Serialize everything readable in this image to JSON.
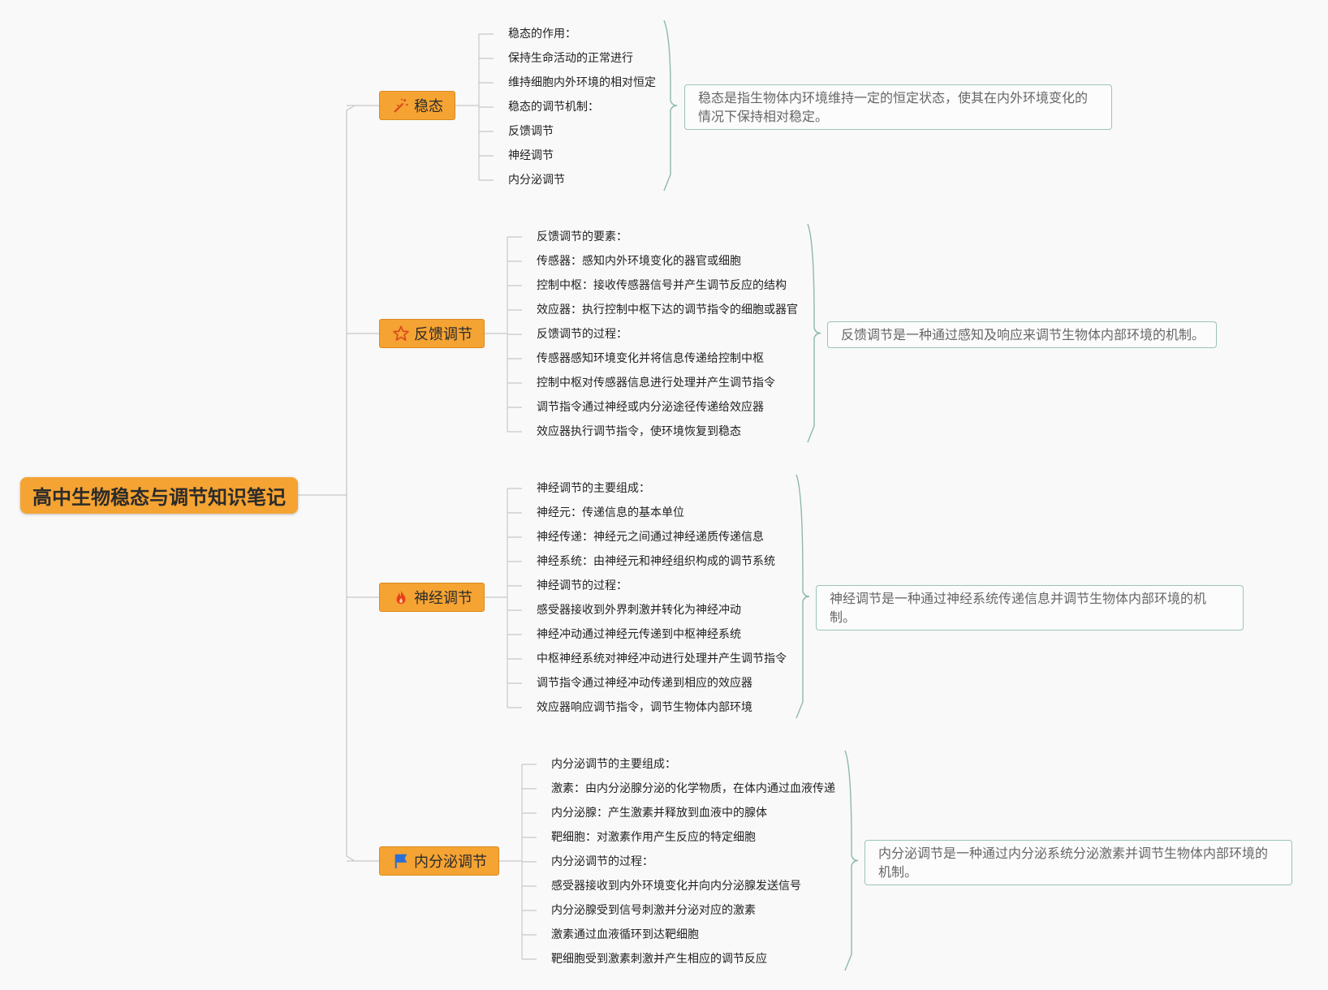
{
  "root": {
    "title": "高中生物稳态与调节知识笔记"
  },
  "branches": [
    {
      "label": "稳态",
      "icon": "magic-wand-icon",
      "icon_color": "#d94a1e",
      "items": [
        "稳态的作用：",
        "保持生命活动的正常进行",
        "维持细胞内外环境的相对恒定",
        "稳态的调节机制：",
        "反馈调节",
        "神经调节",
        "内分泌调节"
      ],
      "summary": "稳态是指生物体内环境维持一定的恒定状态，使其在内外环境变化的情况下保持相对稳定。"
    },
    {
      "label": "反馈调节",
      "icon": "star-icon",
      "icon_color": "#d94a1e",
      "items": [
        "反馈调节的要素：",
        "传感器：感知内外环境变化的器官或细胞",
        "控制中枢：接收传感器信号并产生调节反应的结构",
        "效应器：执行控制中枢下达的调节指令的细胞或器官",
        "反馈调节的过程：",
        "传感器感知环境变化并将信息传递给控制中枢",
        "控制中枢对传感器信息进行处理并产生调节指令",
        "调节指令通过神经或内分泌途径传递给效应器",
        "效应器执行调节指令，使环境恢复到稳态"
      ],
      "summary": "反馈调节是一种通过感知及响应来调节生物体内部环境的机制。"
    },
    {
      "label": "神经调节",
      "icon": "flame-icon",
      "icon_color": "#e8401c",
      "items": [
        "神经调节的主要组成：",
        "神经元：传递信息的基本单位",
        "神经传递：神经元之间通过神经递质传递信息",
        "神经系统：由神经元和神经组织构成的调节系统",
        "神经调节的过程：",
        "感受器接收到外界刺激并转化为神经冲动",
        "神经冲动通过神经元传递到中枢神经系统",
        "中枢神经系统对神经冲动进行处理并产生调节指令",
        "调节指令通过神经冲动传递到相应的效应器",
        "效应器响应调节指令，调节生物体内部环境"
      ],
      "summary": "神经调节是一种通过神经系统传递信息并调节生物体内部环境的机制。"
    },
    {
      "label": "内分泌调节",
      "icon": "flag-icon",
      "icon_color": "#2a6fd6",
      "items": [
        "内分泌调节的主要组成：",
        "激素：由内分泌腺分泌的化学物质，在体内通过血液传递",
        "内分泌腺：产生激素并释放到血液中的腺体",
        "靶细胞：对激素作用产生反应的特定细胞",
        "内分泌调节的过程：",
        "感受器接收到内外环境变化并向内分泌腺发送信号",
        "内分泌腺受到信号刺激并分泌对应的激素",
        "激素通过血液循环到达靶细胞",
        "靶细胞受到激素刺激并产生相应的调节反应"
      ],
      "summary": "内分泌调节是一种通过内分泌系统分泌激素并调节生物体内部环境的机制。"
    }
  ],
  "colors": {
    "branch_fill": "#f5a332",
    "line": "#c8c8c8",
    "brace": "#8fb8ad",
    "summary_border": "#9cc3b8"
  }
}
